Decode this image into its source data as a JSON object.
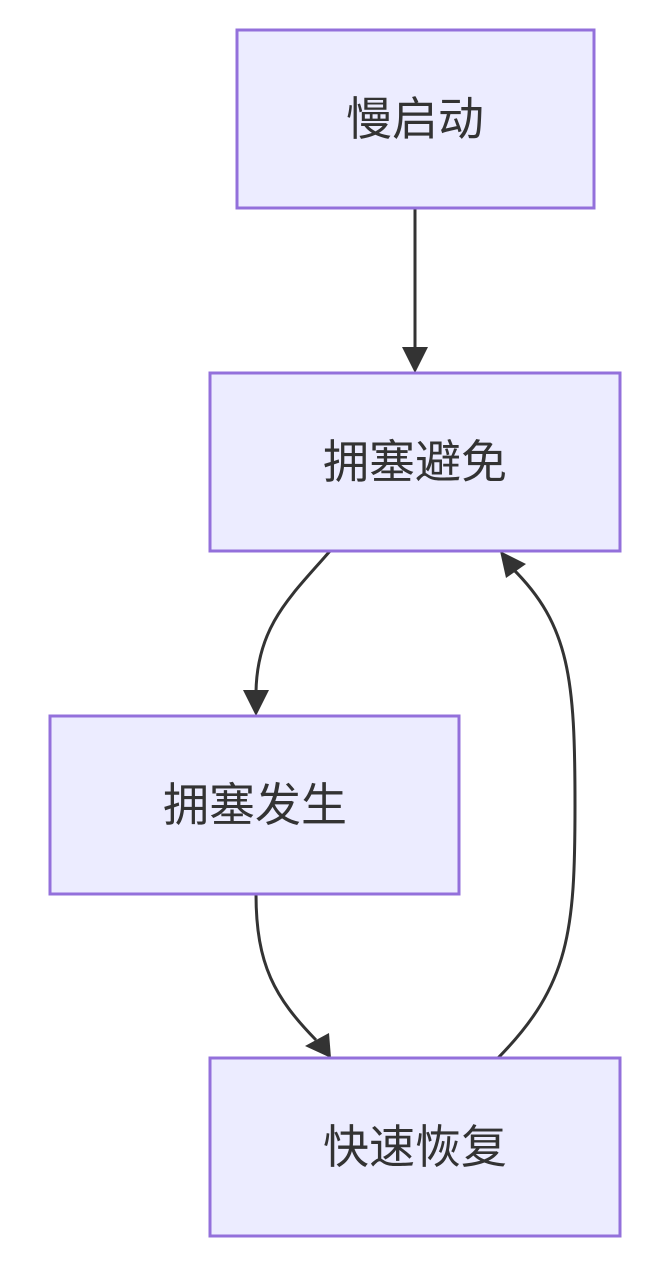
{
  "diagram": {
    "nodes": [
      {
        "id": "slow-start",
        "label": "慢启动"
      },
      {
        "id": "congestion-avoidance",
        "label": "拥塞避免"
      },
      {
        "id": "congestion-occurs",
        "label": "拥塞发生"
      },
      {
        "id": "fast-recovery",
        "label": "快速恢复"
      }
    ],
    "edges": [
      {
        "from": "slow-start",
        "to": "congestion-avoidance"
      },
      {
        "from": "congestion-avoidance",
        "to": "congestion-occurs"
      },
      {
        "from": "congestion-occurs",
        "to": "fast-recovery"
      },
      {
        "from": "fast-recovery",
        "to": "congestion-avoidance"
      }
    ],
    "colors": {
      "node_fill": "#ECECFF",
      "node_stroke": "#9370DB",
      "edge": "#333333",
      "text": "#333333"
    }
  }
}
